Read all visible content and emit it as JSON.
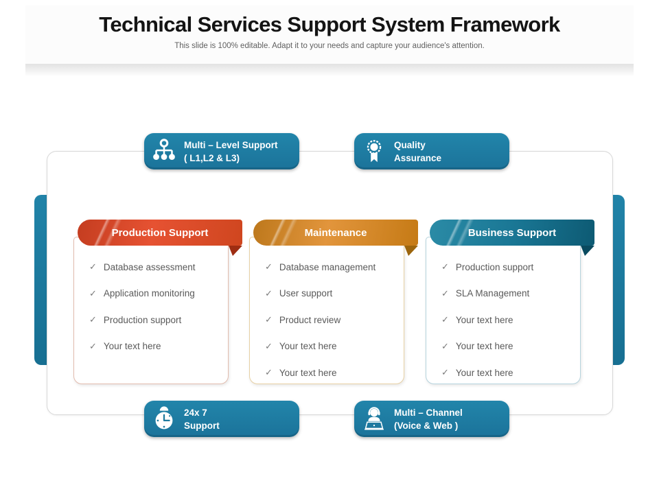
{
  "slide": {
    "title": "Technical Services Support System Framework",
    "subtitle": "This slide is 100% editable. Adapt it to your needs and capture your audience's attention."
  },
  "badges": {
    "top_left": {
      "icon": "org-hierarchy-icon",
      "line1": "Multi – Level Support",
      "line2": "( L1,L2 & L3)"
    },
    "top_right": {
      "icon": "award-ribbon-icon",
      "line1": "Quality",
      "line2": "Assurance"
    },
    "bottom_left": {
      "icon": "alarm-clock-icon",
      "line1": "24x 7",
      "line2": "Support"
    },
    "bottom_right": {
      "icon": "support-agent-icon",
      "line1": "Multi – Channel",
      "line2": "(Voice & Web )"
    }
  },
  "columns": [
    {
      "title": "Production Support",
      "header_color": "#e0502c",
      "fold_color": "#9e2d12",
      "border_color": "#e2bcae",
      "items": [
        "Database assessment",
        "Application monitoring",
        "Production support",
        "Your text here"
      ]
    },
    {
      "title": "Maintenance",
      "header_color": "#dd8c2e",
      "fold_color": "#9c650d",
      "border_color": "#e7d0a4",
      "items": [
        "Database management",
        "User support",
        "Product review",
        "Your text here",
        "Your text here"
      ]
    },
    {
      "title": "Business Support",
      "header_color": "#15708c",
      "fold_color": "#0a4a5f",
      "border_color": "#b5d3dd",
      "items": [
        "Production support",
        "SLA Management",
        "Your text here",
        "Your text here",
        "Your text here"
      ]
    }
  ],
  "checkmark": "✓",
  "colors": {
    "badge_teal": "#1e7a9e",
    "item_text": "#595959",
    "frame_border": "#d7d7d7"
  }
}
